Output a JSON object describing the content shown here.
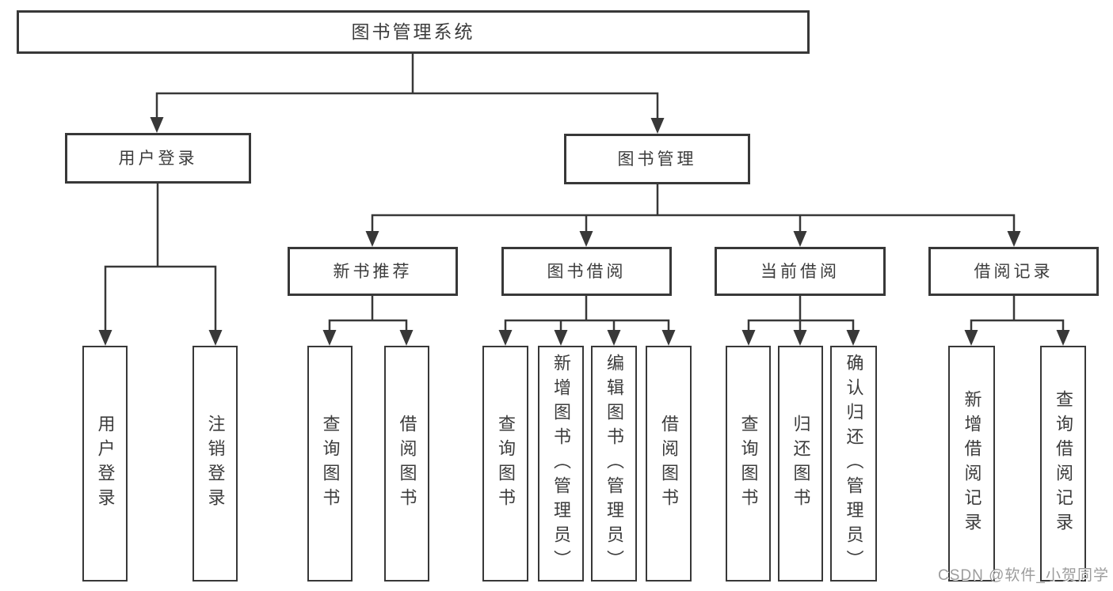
{
  "tree": {
    "root": {
      "label": "图书管理系统"
    },
    "branches": [
      {
        "label": "用户登录",
        "leaves": [
          {
            "label": "用户登录"
          },
          {
            "label": "注销登录"
          }
        ]
      },
      {
        "label": "图书管理",
        "groups": [
          {
            "label": "新书推荐",
            "leaves": [
              {
                "label": "查询图书"
              },
              {
                "label": "借阅图书"
              }
            ]
          },
          {
            "label": "图书借阅",
            "leaves": [
              {
                "label": "查询图书"
              },
              {
                "label": "新增图书（管理员）"
              },
              {
                "label": "编辑图书（管理员）"
              },
              {
                "label": "借阅图书"
              }
            ]
          },
          {
            "label": "当前借阅",
            "leaves": [
              {
                "label": "查询图书"
              },
              {
                "label": "归还图书"
              },
              {
                "label": "确认归还（管理员）"
              }
            ]
          },
          {
            "label": "借阅记录",
            "leaves": [
              {
                "label": "新增借阅记录"
              },
              {
                "label": "查询借阅记录"
              }
            ]
          }
        ]
      }
    ]
  },
  "watermark": {
    "text": "CSDN @软件_小贺同学"
  },
  "colors": {
    "line": "#383838",
    "box_border": "#383838",
    "box_background": "#ffffff",
    "text": "#3c3c3c",
    "watermark": "#9c9c9c"
  }
}
